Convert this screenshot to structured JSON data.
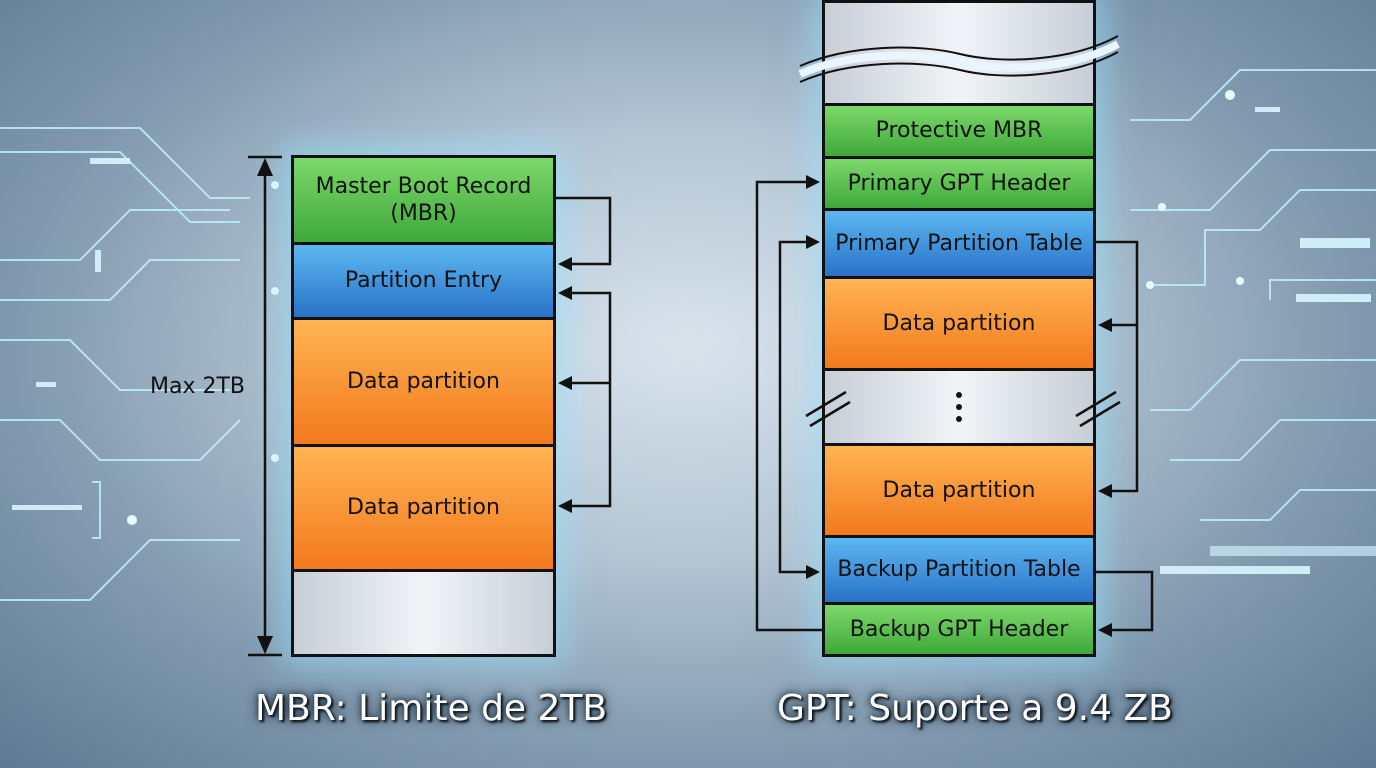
{
  "mbr": {
    "blocks": [
      {
        "label": "Master Boot Record\n(MBR)",
        "kind": "green"
      },
      {
        "label": "Partition Entry",
        "kind": "blue"
      },
      {
        "label": "Data partition",
        "kind": "orange"
      },
      {
        "label": "Data partition",
        "kind": "orange"
      },
      {
        "label": "",
        "kind": "gray"
      }
    ],
    "size_label": "Max 2TB",
    "caption": "MBR: Limite de 2TB"
  },
  "gpt": {
    "blocks": [
      {
        "label": "Protective MBR",
        "kind": "green"
      },
      {
        "label": "Primary GPT Header",
        "kind": "green"
      },
      {
        "label": "Primary Partition Table",
        "kind": "blue"
      },
      {
        "label": "Data partition",
        "kind": "orange"
      },
      {
        "label": "Data partition",
        "kind": "orange"
      },
      {
        "label": "Backup Partition Table",
        "kind": "blue"
      },
      {
        "label": "Backup GPT Header",
        "kind": "green"
      }
    ],
    "caption": "GPT: Suporte a 9.4 ZB"
  },
  "colors": {
    "green": "#4fb847",
    "blue": "#3a8fdc",
    "orange": "#f7921f",
    "glow": "#7fdcff",
    "line": "#111111"
  }
}
